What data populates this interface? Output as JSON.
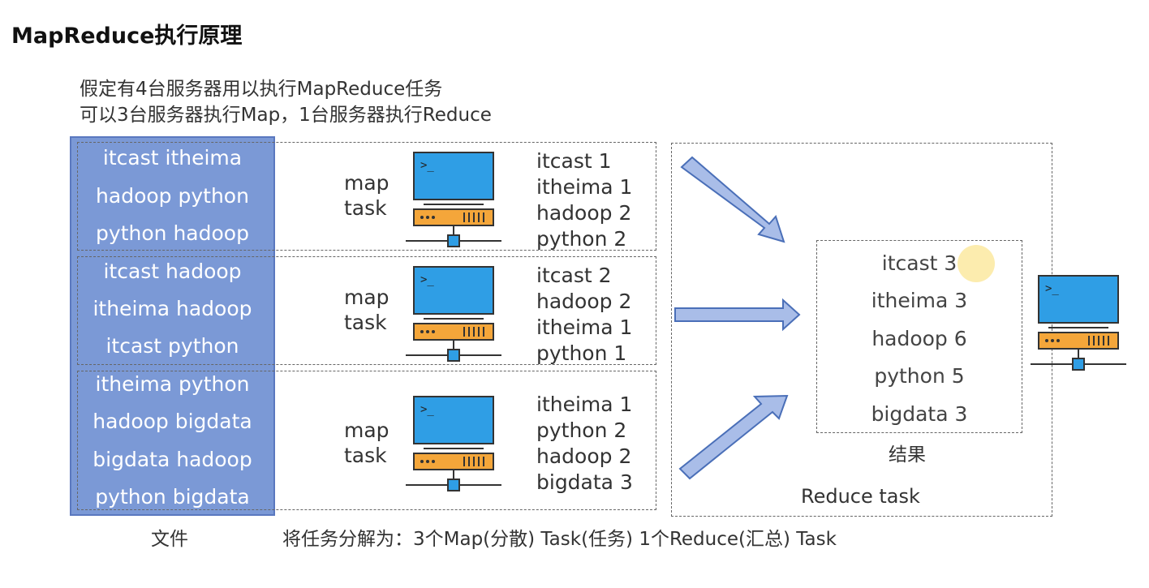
{
  "title": "MapReduce执行原理",
  "intro": [
    "假定有4台服务器用以执行MapReduce任务",
    "可以3台服务器执行Map，1台服务器执行Reduce"
  ],
  "files": [
    [
      "itcast itheima",
      "hadoop python",
      "python hadoop"
    ],
    [
      "itcast hadoop",
      "itheima hadoop",
      "itcast python"
    ],
    [
      "itheima python",
      "hadoop bigdata",
      "bigdata hadoop",
      "python bigdata"
    ]
  ],
  "file_caption": "文件",
  "map_tasks": [
    {
      "label": [
        "map",
        "task"
      ],
      "counts": [
        "itcast 1",
        "itheima 1",
        "hadoop 2",
        "python 2"
      ]
    },
    {
      "label": [
        "map",
        "task"
      ],
      "counts": [
        "itcast 2",
        "hadoop 2",
        "itheima 1",
        "python 1"
      ]
    },
    {
      "label": [
        "map",
        "task"
      ],
      "counts": [
        "itheima 1",
        "python 2",
        "hadoop 2",
        "bigdata 3"
      ]
    }
  ],
  "result_items": [
    "itcast 3",
    "itheima 3",
    "hadoop 6",
    "python 5",
    "bigdata 3"
  ],
  "result_caption": "结果",
  "reduce_caption": "Reduce task",
  "bottom_caption": "将任务分解为：3个Map(分散) Task(任务) 1个Reduce(汇总) Task",
  "server_prompt": ">_",
  "colors": {
    "file_fill": "#7b99d6",
    "monitor": "#2f9ee5",
    "server_unit": "#f4a63a",
    "arrow_fill": "#a9bde8",
    "arrow_stroke": "#4a6fb8",
    "highlight": "#fbe9a0"
  }
}
